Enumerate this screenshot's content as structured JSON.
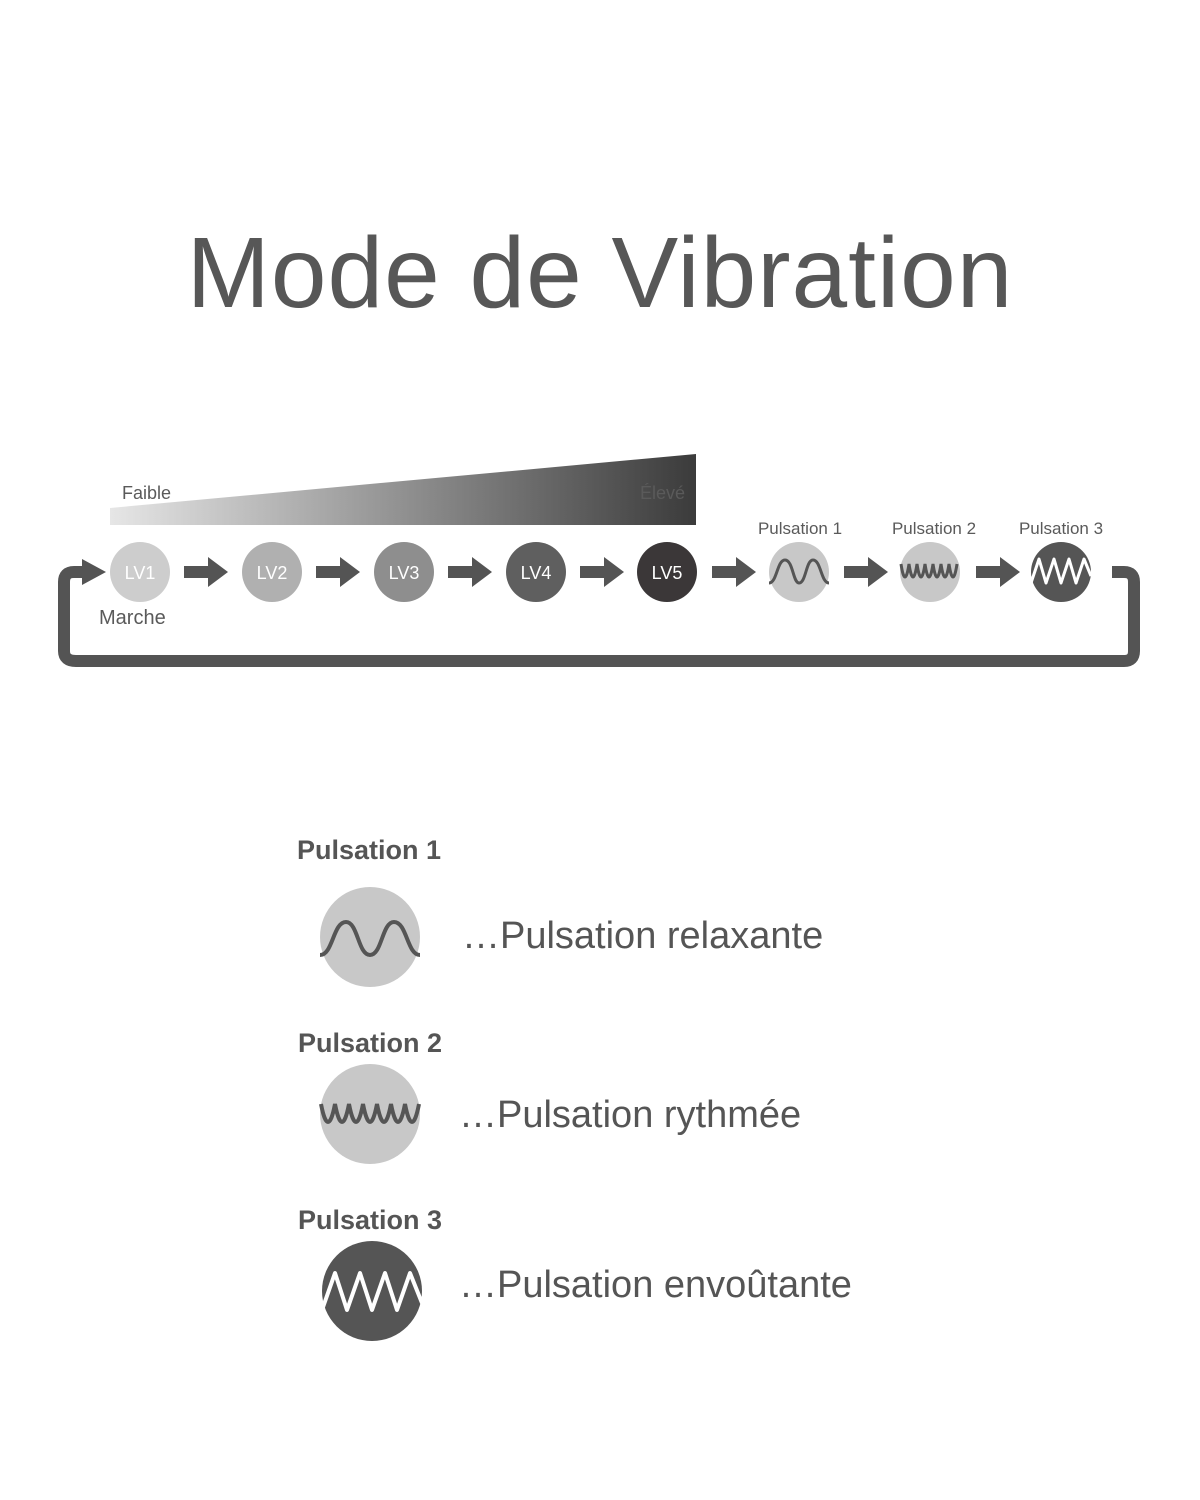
{
  "title": "Mode de Vibration",
  "intensity_scale": {
    "low_label": "Faible",
    "high_label": "Élevé"
  },
  "start_label": "Marche",
  "colors": {
    "text": "#555555",
    "arrow": "#545454",
    "lv1": "#cdcdcd",
    "lv2": "#b0b0b0",
    "lv3": "#8e8e8e",
    "lv4": "#5f5f5f",
    "lv5": "#3b3738",
    "pulse_light": "#c8c8c8",
    "pulse_dark": "#555555"
  },
  "levels": [
    {
      "label": "LV1"
    },
    {
      "label": "LV2"
    },
    {
      "label": "LV3"
    },
    {
      "label": "LV4"
    },
    {
      "label": "LV5"
    }
  ],
  "pulsations": [
    {
      "label": "Pulsation 1",
      "icon": "smooth-wave-icon"
    },
    {
      "label": "Pulsation 2",
      "icon": "dense-wave-icon"
    },
    {
      "label": "Pulsation 3",
      "icon": "sawtooth-wave-icon"
    }
  ],
  "legend": [
    {
      "heading": "Pulsation 1",
      "description": "…Pulsation relaxante"
    },
    {
      "heading": "Pulsation 2",
      "description": "…Pulsation rythmée"
    },
    {
      "heading": "Pulsation 3",
      "description": "…Pulsation envoûtante"
    }
  ]
}
